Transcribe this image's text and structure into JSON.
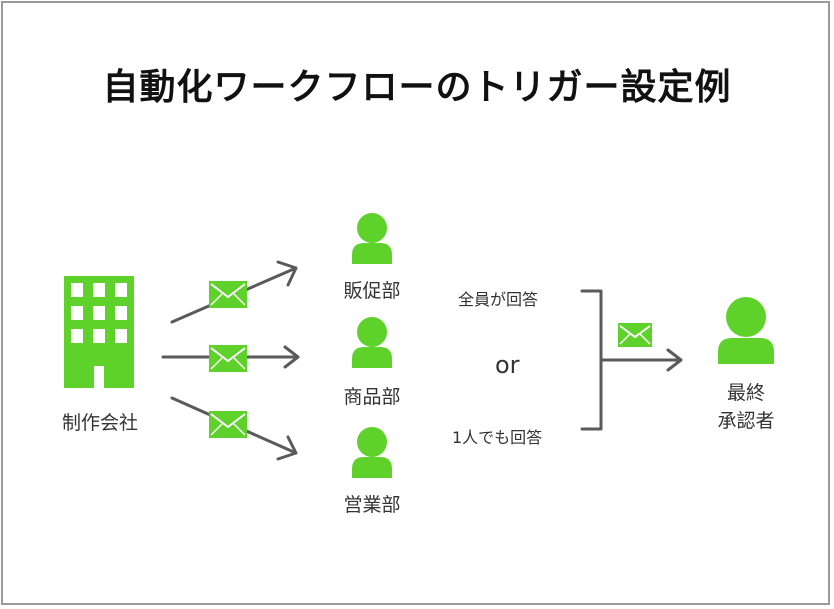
{
  "title": "自動化ワークフローのトリガー設定例",
  "source": {
    "label": "制作会社",
    "icon": "building-icon"
  },
  "departments": [
    {
      "label": "販促部",
      "icon": "person-icon"
    },
    {
      "label": "商品部",
      "icon": "person-icon"
    },
    {
      "label": "営業部",
      "icon": "person-icon"
    }
  ],
  "conditions": {
    "all": "全員が回答",
    "or": "or",
    "one": "1人でも回答"
  },
  "approver": {
    "line1": "最終",
    "line2": "承認者",
    "icon": "person-icon"
  },
  "colors": {
    "accent": "#5ed12b",
    "arrow": "#5a5a5a",
    "text": "#333333",
    "border": "#9a9a9a"
  },
  "message_icon": "envelope-icon"
}
